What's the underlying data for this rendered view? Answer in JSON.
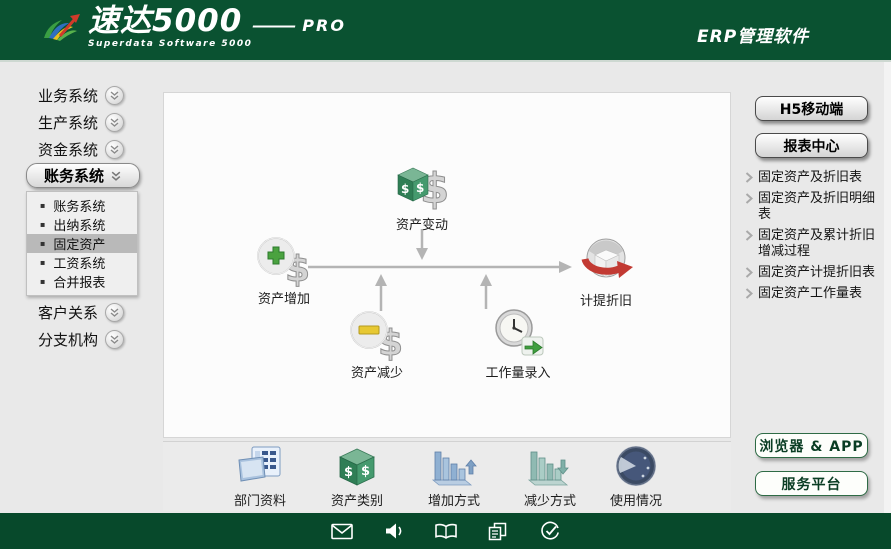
{
  "header": {
    "logo_title": "速达5000",
    "logo_dash": "———",
    "logo_pro": "PRO",
    "logo_subtitle": "Superdata Software 5000",
    "right_title": "ERP管理软件"
  },
  "sidebar": {
    "bullet": "▪",
    "items": [
      "业务系统",
      "生产系统",
      "资金系统",
      "账务系统",
      "客户关系",
      "分支机构"
    ],
    "submenu_items": [
      "账务系统",
      "出纳系统",
      "固定资产",
      "工资系统",
      "合并报表"
    ],
    "submenu_selected": "固定资产"
  },
  "diagram": {
    "nodes": {
      "change": "资产变动",
      "increase": "资产增加",
      "depreciation": "计提折旧",
      "decrease": "资产减少",
      "workload": "工作量录入"
    }
  },
  "strip": {
    "items": [
      "部门资料",
      "资产类别",
      "增加方式",
      "减少方式",
      "使用情况"
    ]
  },
  "right_panel": {
    "top_buttons": [
      "H5移动端",
      "报表中心"
    ],
    "links": [
      "固定资产及折旧表",
      "固定资产及折旧明细表",
      "固定资产及累计折旧增减过程",
      "固定资产计提折旧表",
      "固定资产工作量表"
    ],
    "bottom_buttons": [
      "浏览器 & APP",
      "服务平台"
    ]
  },
  "footer": {
    "icons": [
      "mail-icon",
      "speaker-icon",
      "book-icon",
      "copy-icon",
      "check-clock-icon"
    ]
  },
  "colors": {
    "header_green": "#0a5231",
    "footer_green": "#07492b",
    "panel_gray": "#e9e9e9",
    "submenu_highlight": "#b9b9b9",
    "green_button_text": "#0a3d24"
  }
}
